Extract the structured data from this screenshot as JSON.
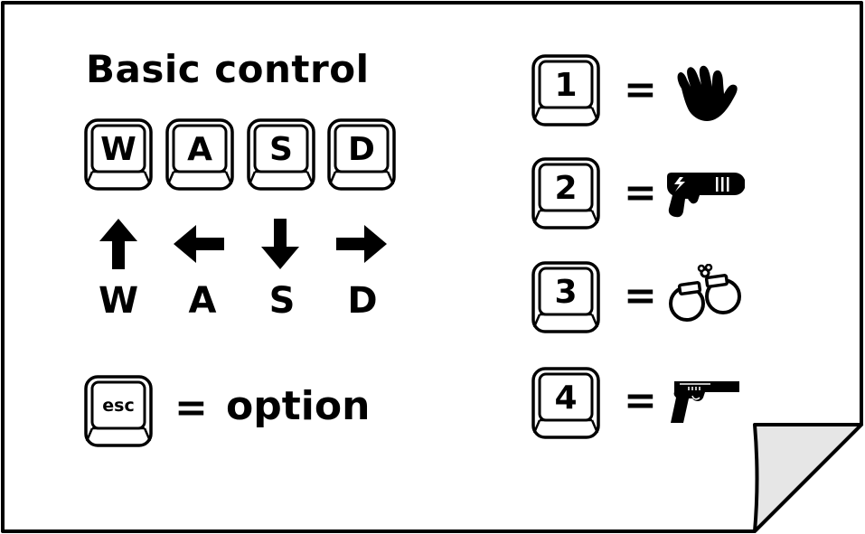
{
  "title": "Basic control",
  "movement_keys": [
    {
      "key": "W",
      "arrow_icon": "arrow-up-icon",
      "label": "W"
    },
    {
      "key": "A",
      "arrow_icon": "arrow-left-icon",
      "label": "A"
    },
    {
      "key": "S",
      "arrow_icon": "arrow-down-icon",
      "label": "S"
    },
    {
      "key": "D",
      "arrow_icon": "arrow-right-icon",
      "label": "D"
    }
  ],
  "option_binding": {
    "key": "esc",
    "equals": "=",
    "action": "option"
  },
  "item_bindings": [
    {
      "key": "1",
      "equals": "=",
      "icon": "hand-icon"
    },
    {
      "key": "2",
      "equals": "=",
      "icon": "taser-icon"
    },
    {
      "key": "3",
      "equals": "=",
      "icon": "handcuffs-icon"
    },
    {
      "key": "4",
      "equals": "=",
      "icon": "pistol-icon"
    }
  ],
  "colors": {
    "ink": "#000000",
    "paper": "#ffffff",
    "page_curl": "#e6e6e6"
  }
}
